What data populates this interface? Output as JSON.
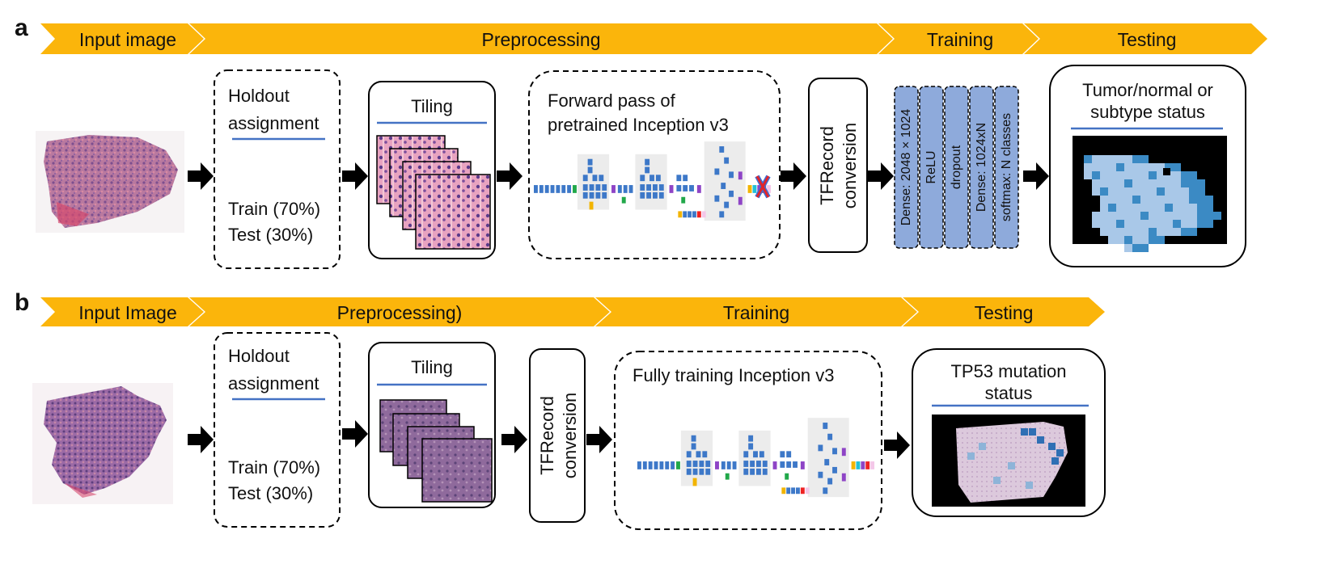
{
  "colors": {
    "chevron": "#fbb50b",
    "chevron_text": "#111111",
    "layer_fill": "#8eaadb",
    "accent_line": "#4472c4",
    "net_blue": "#3d78c8"
  },
  "panel_a": {
    "letter": "a",
    "stages": [
      "Input image",
      "Preprocessing",
      "Training",
      "Testing"
    ],
    "holdout": {
      "title_1": "Holdout",
      "title_2": "assignment",
      "train": "Train (70%)",
      "test": "Test (30%)"
    },
    "tiling": {
      "title": "Tiling"
    },
    "forward": {
      "title_1": "Forward pass of",
      "title_2": "pretrained Inception v3"
    },
    "tfrecord": {
      "line_1": "TFRecord",
      "line_2": "conversion"
    },
    "layers": [
      "Dense: 2048 × 1024",
      "ReLU",
      "dropout",
      "Dense: 1024xN",
      "softmax: N classes"
    ],
    "result": {
      "title_1": "Tumor/normal or",
      "title_2": "subtype status"
    }
  },
  "panel_b": {
    "letter": "b",
    "stages": [
      "Input Image",
      "Preprocessing)",
      "Training",
      "Testing"
    ],
    "holdout": {
      "title_1": "Holdout",
      "title_2": "assignment",
      "train": "Train (70%)",
      "test": "Test (30%)"
    },
    "tiling": {
      "title": "Tiling"
    },
    "tfrecord": {
      "line_1": "TFRecord",
      "line_2": "conversion"
    },
    "fully": {
      "title": "Fully training Inception v3"
    },
    "result": {
      "title_1": "TP53 mutation",
      "title_2": "status"
    }
  }
}
